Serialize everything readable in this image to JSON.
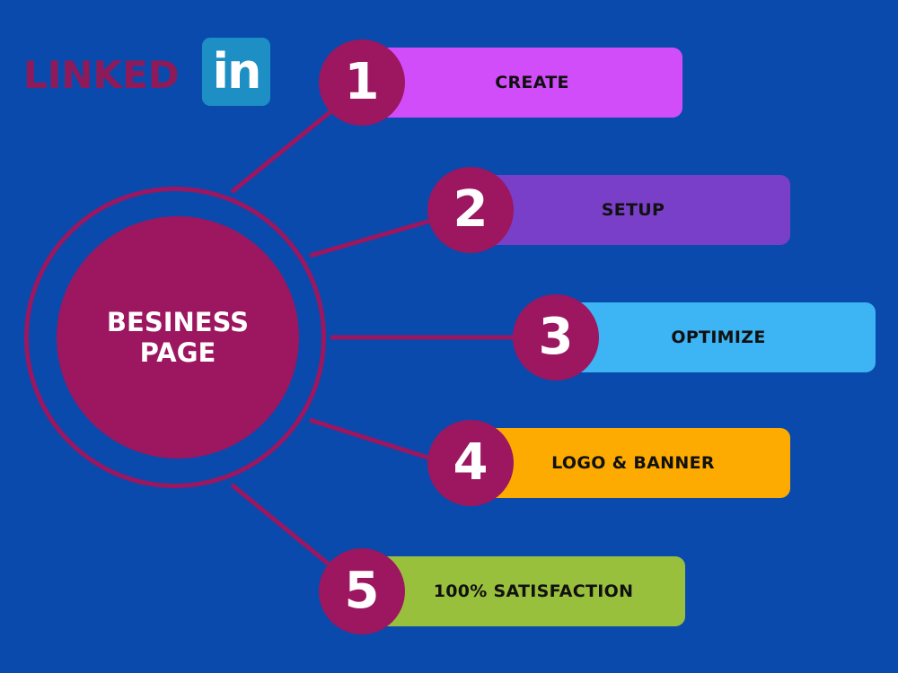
{
  "brand": {
    "text": "LINKED",
    "badge": "in"
  },
  "hub": {
    "label": "BESINESS\nPAGE"
  },
  "steps": [
    {
      "number": "1",
      "label": "CREATE",
      "color": "#d24dfa"
    },
    {
      "number": "2",
      "label": "SETUP",
      "color": "#7a3fc8"
    },
    {
      "number": "3",
      "label": "OPTIMIZE",
      "color": "#3db4f3"
    },
    {
      "number": "4",
      "label": "LOGO & BANNER",
      "color": "#fdab00"
    },
    {
      "number": "5",
      "label": "100% SATISFACTION",
      "color": "#99c03c"
    }
  ],
  "colors": {
    "background": "#0a4aad",
    "hub": "#9c1660",
    "brand_text": "#8e1a5a",
    "brand_badge": "#1d8fc4"
  }
}
